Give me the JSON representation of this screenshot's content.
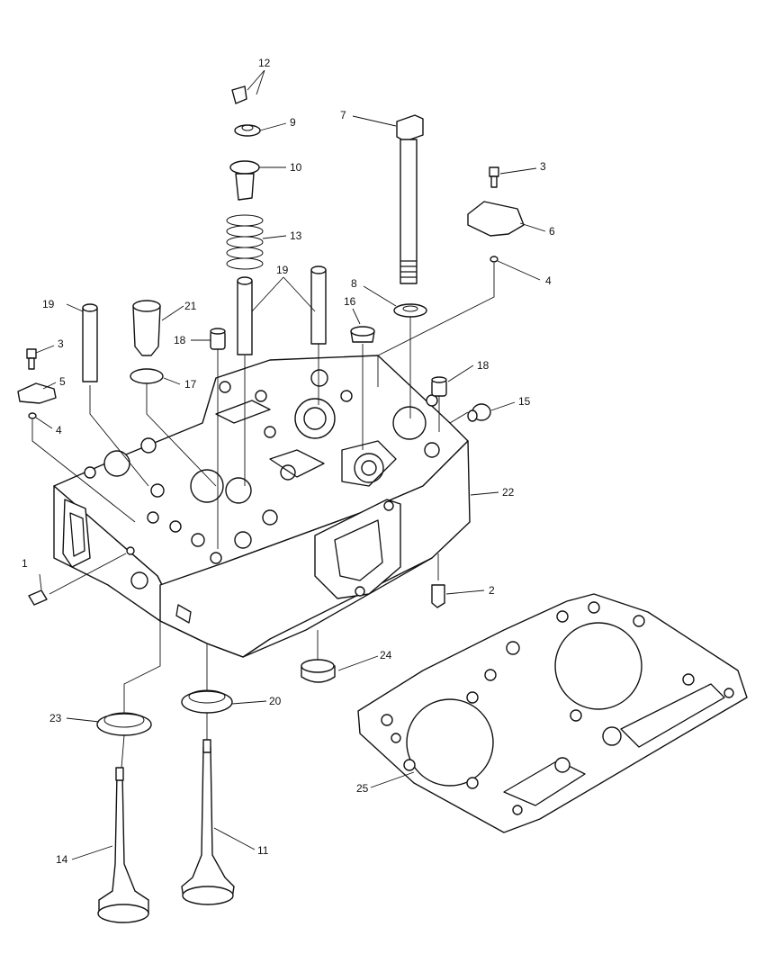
{
  "callouts": [
    {
      "id": "c1",
      "label": "1"
    },
    {
      "id": "c2",
      "label": "2"
    },
    {
      "id": "c3a",
      "label": "3"
    },
    {
      "id": "c3b",
      "label": "3"
    },
    {
      "id": "c4a",
      "label": "4"
    },
    {
      "id": "c4b",
      "label": "4"
    },
    {
      "id": "c5",
      "label": "5"
    },
    {
      "id": "c6",
      "label": "6"
    },
    {
      "id": "c7",
      "label": "7"
    },
    {
      "id": "c8",
      "label": "8"
    },
    {
      "id": "c9",
      "label": "9"
    },
    {
      "id": "c10",
      "label": "10"
    },
    {
      "id": "c11",
      "label": "11"
    },
    {
      "id": "c12",
      "label": "12"
    },
    {
      "id": "c13",
      "label": "13"
    },
    {
      "id": "c14",
      "label": "14"
    },
    {
      "id": "c15",
      "label": "15"
    },
    {
      "id": "c16",
      "label": "16"
    },
    {
      "id": "c17",
      "label": "17"
    },
    {
      "id": "c18a",
      "label": "18"
    },
    {
      "id": "c18b",
      "label": "18"
    },
    {
      "id": "c19a",
      "label": "19"
    },
    {
      "id": "c19b",
      "label": "19"
    },
    {
      "id": "c20",
      "label": "20"
    },
    {
      "id": "c21",
      "label": "21"
    },
    {
      "id": "c22",
      "label": "22"
    },
    {
      "id": "c23",
      "label": "23"
    },
    {
      "id": "c24",
      "label": "24"
    },
    {
      "id": "c25",
      "label": "25"
    }
  ]
}
